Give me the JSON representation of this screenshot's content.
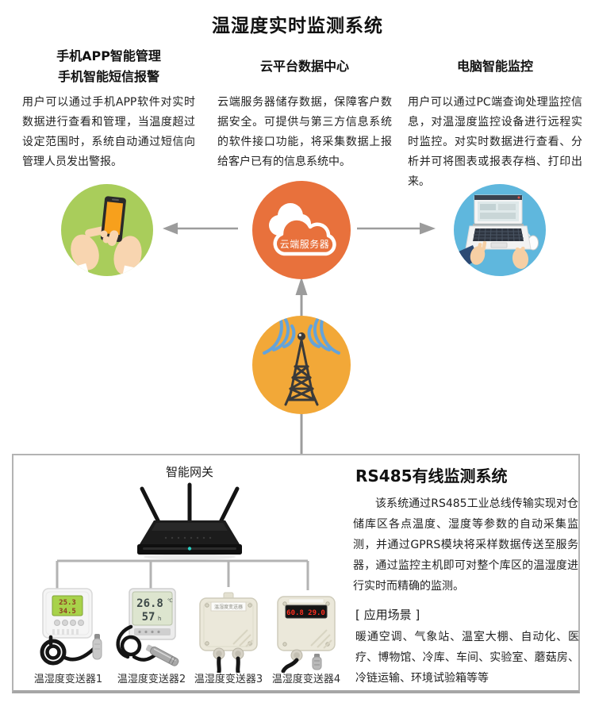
{
  "title": "温湿度实时监测系统",
  "sections": {
    "app": {
      "heading1": "手机APP智能管理",
      "heading2": "手机智能短信报警",
      "body": "用户可以通过手机APP软件对实时数据进行查看和管理，当温度超过设定范围时，系统自动通过短信向管理人员发出警报。"
    },
    "cloud": {
      "heading": "云平台数据中心",
      "body": "云端服务器储存数据，保障客户数据安全。可提供与第三方信息系统的软件接口功能，将采集数据上报给客户已有的信息系统中。",
      "server_label": "云端服务器"
    },
    "pc": {
      "heading": "电脑智能监控",
      "body": "用户可以通过PC端查询处理监控信息，对温湿度监控设备进行远程实时监控。对实时数据进行查看、分析并可将图表或报表存档、打印出来。"
    }
  },
  "panel": {
    "gateway_label": "智能网关",
    "rs485_heading": "RS485有线监测系统",
    "rs485_body": "该系统通过RS485工业总线传输实现对仓储库区各点温度、湿度等参数的自动采集监测，并通过GPRS模块将采样数据传送至服务器，通过监控主机即可对整个库区的温湿度进行实时而精确的监测。",
    "scenarios_title": "[ 应用场景 ]",
    "scenarios_body": "暖通空调、气象站、温室大棚、自动化、医疗、博物馆、冷库、车间、实验室、蘑菇房、冷链运输、环境试验箱等等"
  },
  "devices": [
    {
      "label": "温湿度变送器1",
      "lcd_top": "25.3",
      "lcd_bottom": "34.5"
    },
    {
      "label": "温湿度变送器2",
      "lcd_top": "26.8",
      "unit_top": "℃",
      "lcd_bottom": "57",
      "unit_bottom": "h"
    },
    {
      "label": "温湿度变送器3",
      "strip_text": "温湿度变送器"
    },
    {
      "label": "温湿度变送器4",
      "display_left": "60.8",
      "display_right": "29.0"
    }
  ],
  "colors": {
    "phone_circle": "#a9cd5b",
    "cloud_circle": "#e8713c",
    "pc_circle": "#5fb7dd",
    "tower_circle": "#f2a838",
    "connector_gray": "#9c9c9c",
    "panel_border": "#b3b3b3",
    "led_teal": "#27d0c4",
    "wave_blue": "#64a3da",
    "lcd_green": "#a8d24a",
    "digit_red": "#ff2f1f"
  }
}
